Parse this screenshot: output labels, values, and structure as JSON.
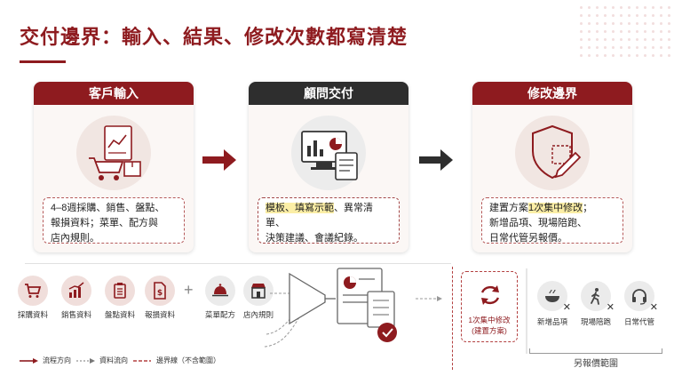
{
  "title": "交付邊界：輸入、結果、修改次數都寫清楚",
  "cards": [
    {
      "header": "客戶輸入",
      "icon": "cart-document-icon",
      "text_lines": [
        "4–8週採購、銷售、盤點、",
        "報損資料；菜單、配方與",
        "店內規則。"
      ]
    },
    {
      "header": "顧問交付",
      "icon": "monitor-report-icon",
      "text_hl": "模板、填寫示範",
      "text_rest": "、異常清單、",
      "text_lines": [
        "決策建議、會議紀錄。"
      ]
    },
    {
      "header": "修改邊界",
      "icon": "shield-edit-icon",
      "text_pre": "建置方案",
      "text_hl": "1次集中修改",
      "text_post": "；",
      "text_lines": [
        "新增品項、現場陪跑、",
        "日常代管另報價。"
      ]
    }
  ],
  "sources": [
    {
      "label": "採購資料",
      "icon": "cart-icon"
    },
    {
      "label": "銷售資料",
      "icon": "bar-chart-icon"
    },
    {
      "label": "盤點資料",
      "icon": "clipboard-icon"
    },
    {
      "label": "報損資料",
      "icon": "dollar-document-icon"
    },
    {
      "label": "菜單配方",
      "icon": "cloche-icon"
    },
    {
      "label": "店內規則",
      "icon": "store-icon"
    }
  ],
  "plus": "+",
  "revision": {
    "line1": "1次集中修改",
    "line2": "(建置方案)",
    "icon": "refresh-icon"
  },
  "extras": [
    {
      "label": "新增品項",
      "icon": "bowl-icon"
    },
    {
      "label": "現場陪跑",
      "icon": "walking-person-icon"
    },
    {
      "label": "日常代管",
      "icon": "headset-icon"
    }
  ],
  "extras_label": "另報價範圍",
  "extra_mark": "✕",
  "legend": [
    {
      "label": "流程方向"
    },
    {
      "label": "資料流向"
    },
    {
      "label": "邊界線（不含範圍）"
    }
  ],
  "colors": {
    "accent": "#8e1b1f",
    "dark": "#2e2e2e",
    "highlight": "#fbeea6"
  }
}
